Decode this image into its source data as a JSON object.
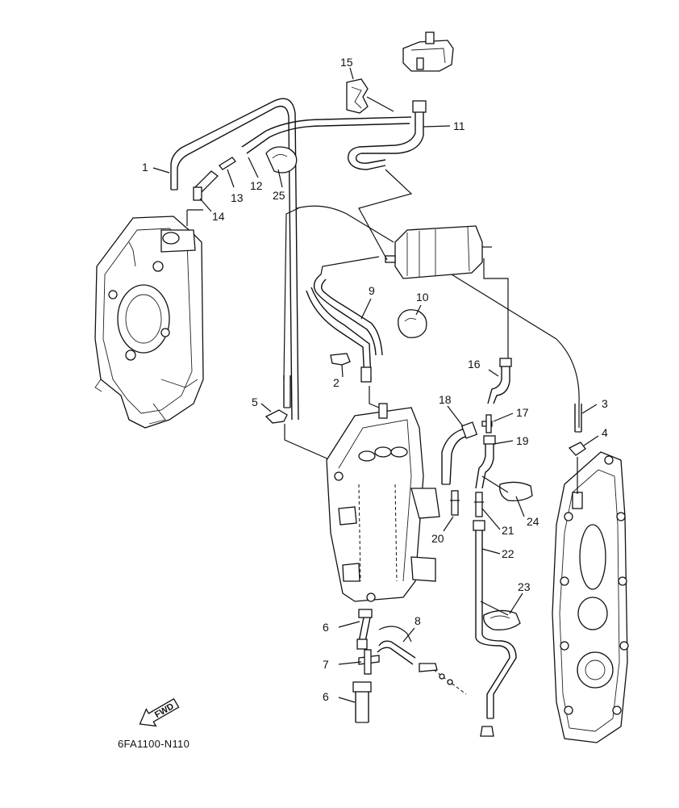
{
  "diagram": {
    "part_code": "6FA1100-N110",
    "fwd_label": "FWD",
    "callouts": [
      "1",
      "2",
      "3",
      "4",
      "5",
      "6",
      "6",
      "7",
      "8",
      "9",
      "10",
      "11",
      "12",
      "13",
      "14",
      "15",
      "16",
      "17",
      "18",
      "19",
      "20",
      "21",
      "22",
      "23",
      "24",
      "25"
    ]
  }
}
